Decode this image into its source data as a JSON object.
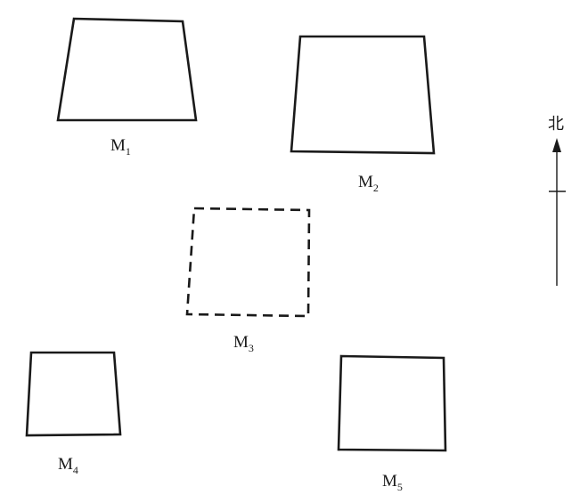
{
  "diagram": {
    "plots": [
      {
        "id": "M1",
        "letter": "M",
        "subscript": "1",
        "border": "solid"
      },
      {
        "id": "M2",
        "letter": "M",
        "subscript": "2",
        "border": "solid"
      },
      {
        "id": "M3",
        "letter": "M",
        "subscript": "3",
        "border": "dashed"
      },
      {
        "id": "M4",
        "letter": "M",
        "subscript": "4",
        "border": "solid"
      },
      {
        "id": "M5",
        "letter": "M",
        "subscript": "5",
        "border": "solid"
      }
    ],
    "compass": {
      "label": "北",
      "direction": "north"
    },
    "colors": {
      "stroke": "#1a1a1a",
      "background": "#ffffff"
    }
  }
}
